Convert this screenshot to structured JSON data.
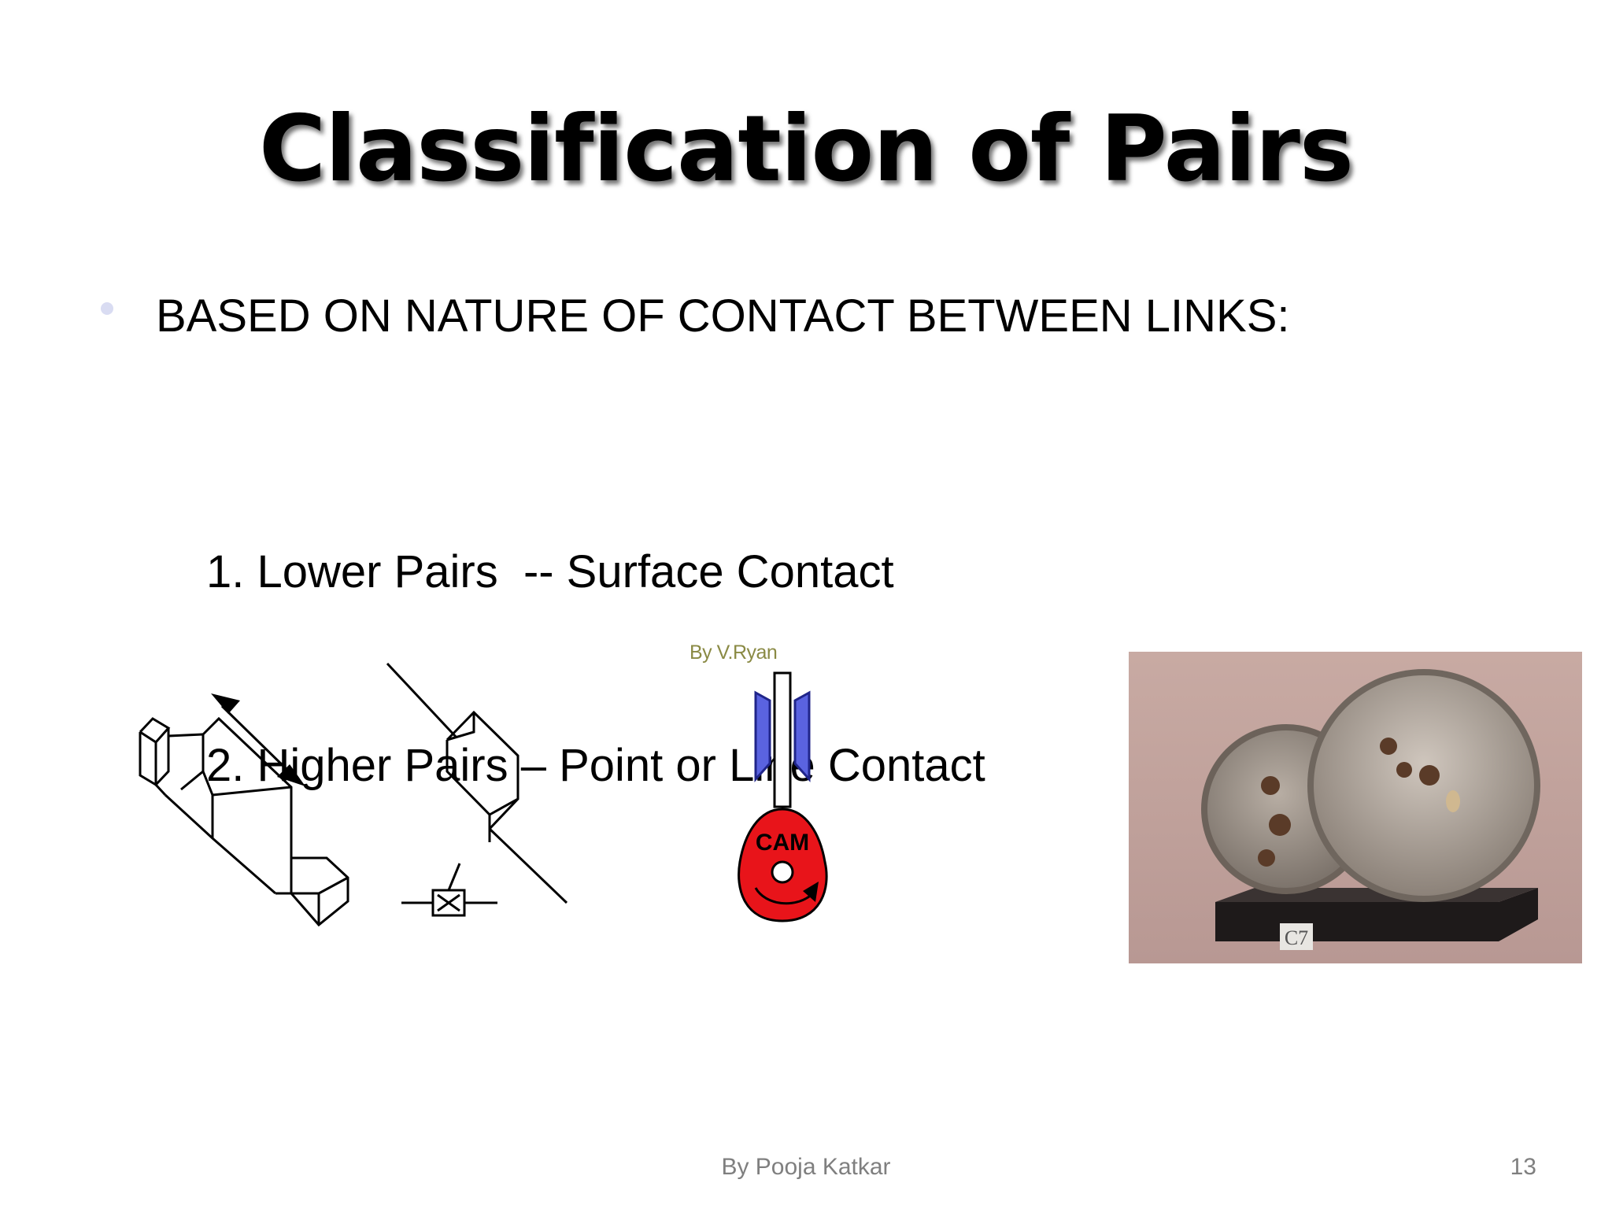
{
  "slide": {
    "title": "Classification of Pairs",
    "bullet": "BASED ON NATURE OF CONTACT BETWEEN LINKS:",
    "sub_items": [
      "1. Lower Pairs  -- Surface Contact",
      "2. Higher Pairs – Point or Line Contact"
    ],
    "cam_figure": {
      "credit": "By V.Ryan",
      "label": "CAM",
      "colors": {
        "cam": "#e8141a",
        "guide": "#5a63e0"
      }
    },
    "photo_figure": {
      "tag": "C7",
      "colors": {
        "background": "#c6a8a2",
        "base": "#1e1a1a"
      }
    },
    "footer": {
      "author": "By Pooja Katkar",
      "page_number": "13"
    }
  }
}
